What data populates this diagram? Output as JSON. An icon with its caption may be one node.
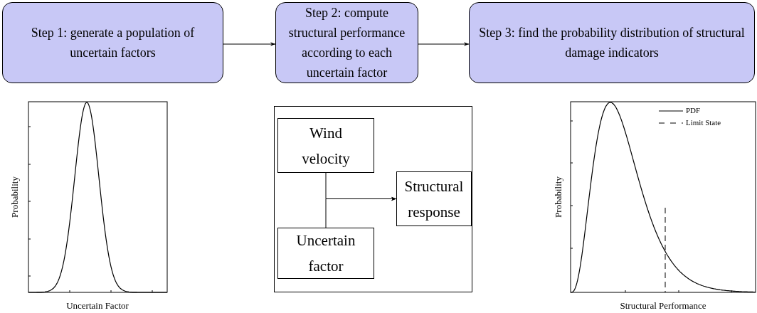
{
  "diagram": {
    "nodes": [
      {
        "text": [
          "Step 1: generate a population of uncertain factors"
        ]
      },
      {
        "text": [
          "Step 2: compute structural performance according to each uncertain factor"
        ]
      },
      {
        "text": [
          "Step 3: find the probability distribution of structural damage indicators"
        ]
      },
      {
        "text": [],
        "shape": "box"
      },
      {
        "text": [
          "Wind velocity"
        ],
        "in": 3
      },
      {
        "text": [
          "Structural response"
        ],
        "in": 3
      },
      {
        "text": [
          "Uncertain factor"
        ],
        "in": 3
      }
    ],
    "edges": [
      {
        "from": 0,
        "to": 1,
        "arrow": "to"
      },
      {
        "from": 1,
        "to": 2,
        "arrow": "to"
      },
      {
        "from": 4,
        "to": 5,
        "arrow": "to"
      },
      {
        "from": 6,
        "to": 5,
        "arrow": "to"
      }
    ],
    "labels": [
      "Probability",
      "Uncertain Factor",
      "Probability",
      "Structural Performance"
    ],
    "legend": [
      {
        "text": "PDF"
      },
      {
        "text": "Limit State"
      }
    ]
  }
}
